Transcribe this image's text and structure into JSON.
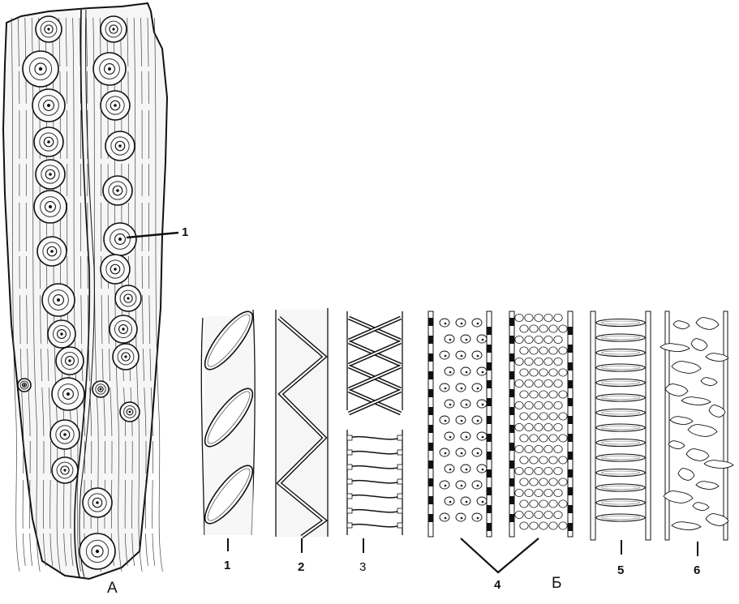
{
  "panels": {
    "a": {
      "letter": "А",
      "callout": "1"
    },
    "b": {
      "letter": "Б",
      "labels": [
        "1",
        "2",
        "3",
        "4",
        "5",
        "6"
      ]
    }
  },
  "colors": {
    "ink": "#111111",
    "wood": "#f4f4f4",
    "pit": "#ffffff"
  }
}
